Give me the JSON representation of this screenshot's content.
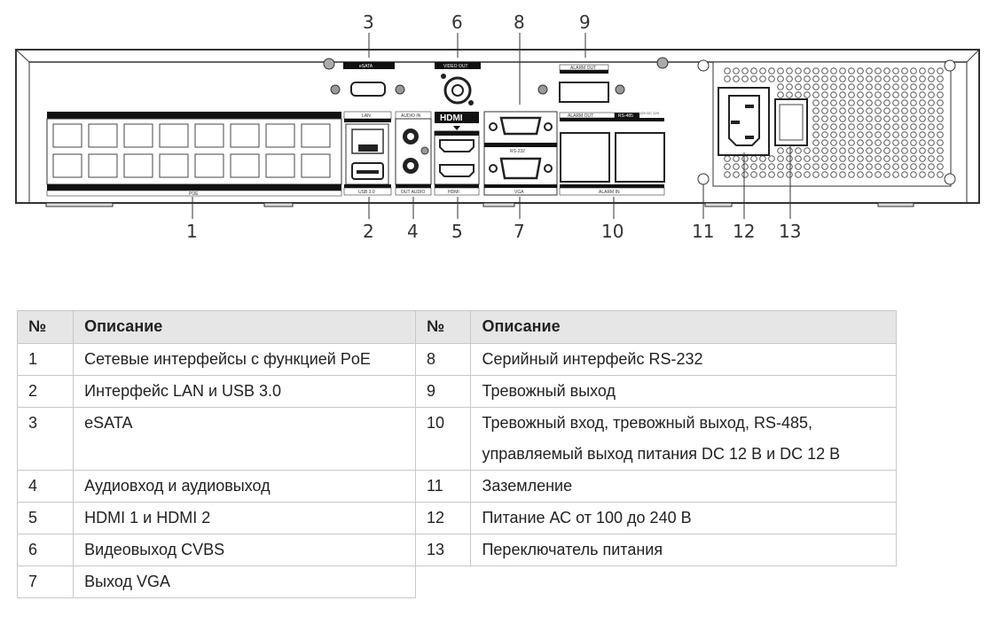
{
  "diagram": {
    "callouts": [
      "1",
      "2",
      "3",
      "4",
      "5",
      "6",
      "7",
      "8",
      "9",
      "10",
      "11",
      "12",
      "13"
    ],
    "port_labels": {
      "esata": "eSATA",
      "video_out": "VIDEO OUT",
      "alarm_out_top": "ALARM OUT",
      "lan": "LAN",
      "usb": "USB 3.0",
      "audio_in": "AUDIO IN",
      "audio_out": "OUT AUDIO",
      "hdmi_logo": "HDMI",
      "hdmi_bottom": "HDMI",
      "rs232": "RS-232",
      "vga": "VGA",
      "alarm_out_mid": "ALARM OUT",
      "rs485": "RS-485",
      "dc": "12V DC 12V",
      "alarm_in": "ALARM IN",
      "poe": "POE"
    }
  },
  "table": {
    "headers": {
      "num": "№",
      "desc": "Описание"
    },
    "left_rows": [
      {
        "num": "1",
        "desc": "Сетевые интерфейсы с функцией PoE"
      },
      {
        "num": "2",
        "desc": "Интерфейс LAN и USB 3.0"
      },
      {
        "num": "3",
        "desc": "eSATA"
      },
      {
        "num": "4",
        "desc": "Аудиовход и аудиовыход"
      },
      {
        "num": "5",
        "desc": "HDMI 1 и HDMI 2"
      },
      {
        "num": "6",
        "desc": "Видеовыход CVBS"
      },
      {
        "num": "7",
        "desc": "Выход VGA"
      }
    ],
    "right_rows": [
      {
        "num": "8",
        "desc": "Серийный интерфейс RS-232"
      },
      {
        "num": "9",
        "desc": "Тревожный выход"
      },
      {
        "num": "10",
        "desc": "Тревожный вход, тревожный выход, RS-485, управляемый выход питания DC 12 В и DC 12 В"
      },
      {
        "num": "11",
        "desc": "Заземление"
      },
      {
        "num": "12",
        "desc": "Питание АС от 100 до 240 В"
      },
      {
        "num": "13",
        "desc": "Переключатель питания"
      }
    ]
  }
}
